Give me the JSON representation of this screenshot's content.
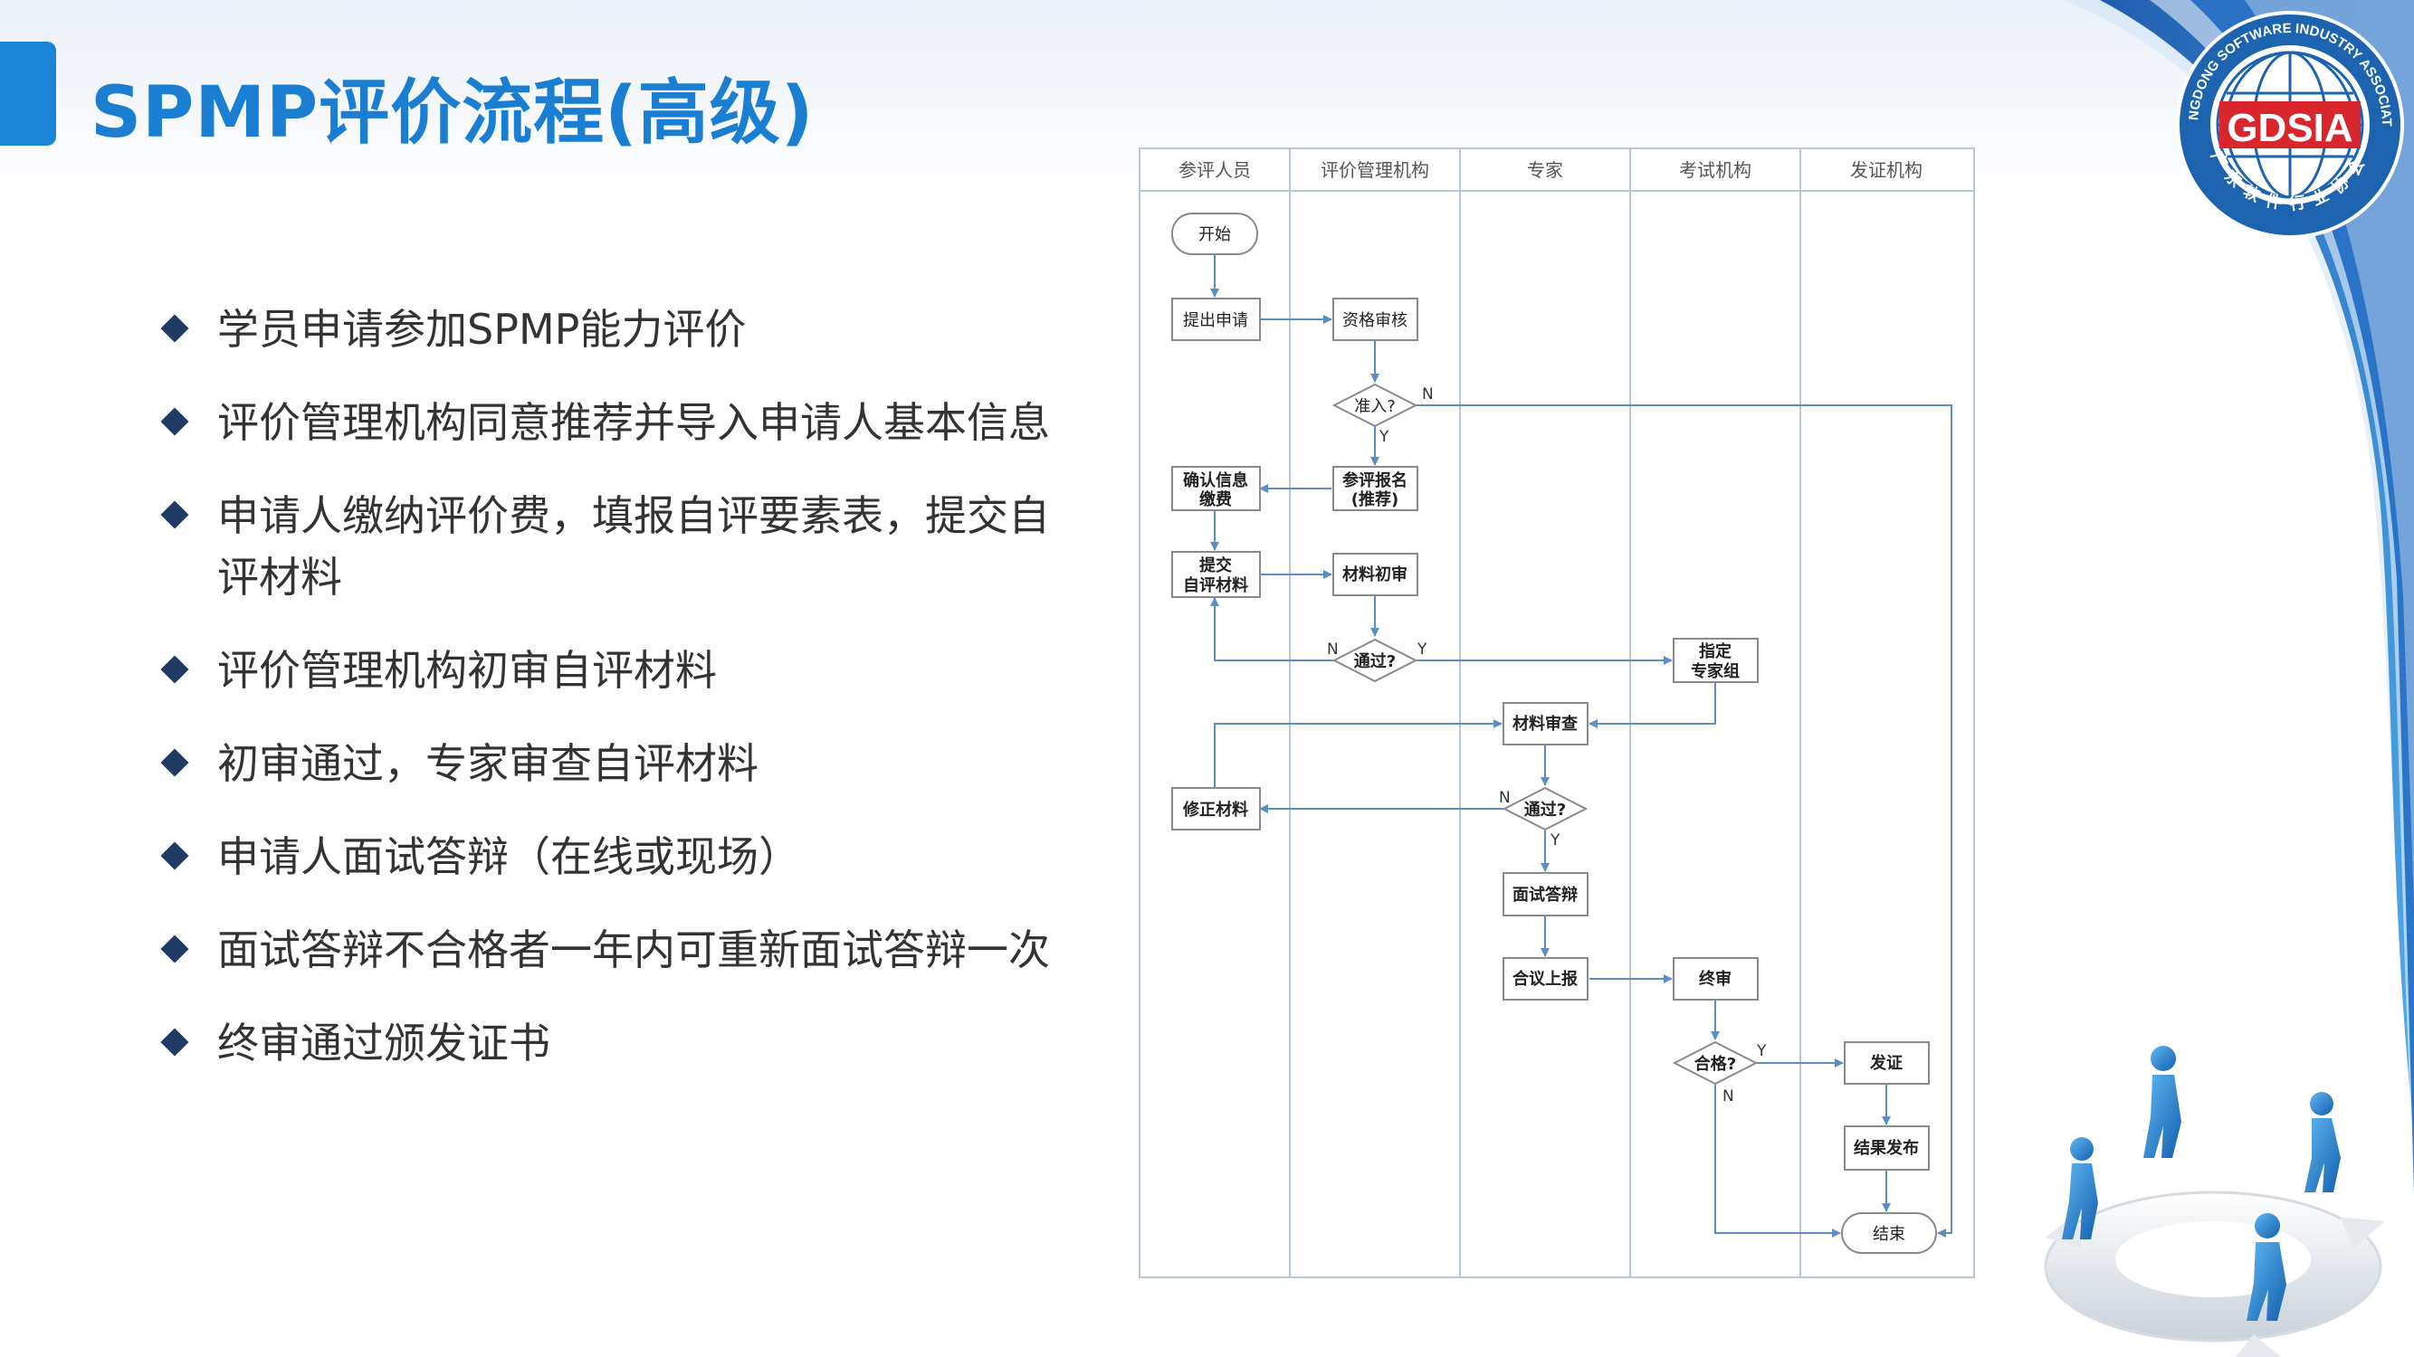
{
  "title": "SPMP评价流程(高级)",
  "bullets": [
    "学员申请参加SPMP能力评价",
    "评价管理机构同意推荐并导入申请人基本信息",
    "申请人缴纳评价费，填报自评要素表，提交自评材料",
    "评价管理机构初审自评材料",
    "初审通过，专家审查自评材料",
    "申请人面试答辩（在线或现场）",
    "面试答辩不合格者一年内可重新面试答辩一次",
    "终审通过颁发证书"
  ],
  "logo": {
    "name": "GDSIA",
    "ring_text_en": "GUANGDONG SOFTWARE INDUSTRY ASSOCIATION",
    "ring_text_cn": "广东软件行业协会"
  },
  "flowchart": {
    "lanes": [
      "参评人员",
      "评价管理机构",
      "专家",
      "考试机构",
      "发证机构"
    ],
    "nodes": {
      "start": "开始",
      "apply": "提出申请",
      "qualify": "资格审核",
      "admit": "准入?",
      "register_1": "参评报名",
      "register_2": "(推荐)",
      "confirm_1": "确认信息",
      "confirm_2": "缴费",
      "submit_1": "提交",
      "submit_2": "自评材料",
      "first_review": "材料初审",
      "pass1": "通过?",
      "assign_1": "指定",
      "assign_2": "专家组",
      "material_review": "材料审查",
      "revise": "修正材料",
      "pass2": "通过?",
      "interview": "面试答辩",
      "report": "合议上报",
      "final_review": "终审",
      "qualified": "合格?",
      "certify": "发证",
      "publish": "结果发布",
      "end": "结束"
    },
    "yes": "Y",
    "no": "N"
  },
  "colors": {
    "title": "#1a7fd3",
    "accent": "#1a84d6",
    "bullet_icon": "#1f3b63",
    "flow_line": "#5b8ec4",
    "logo_red": "#d9262c",
    "logo_blue": "#1c63b0"
  }
}
